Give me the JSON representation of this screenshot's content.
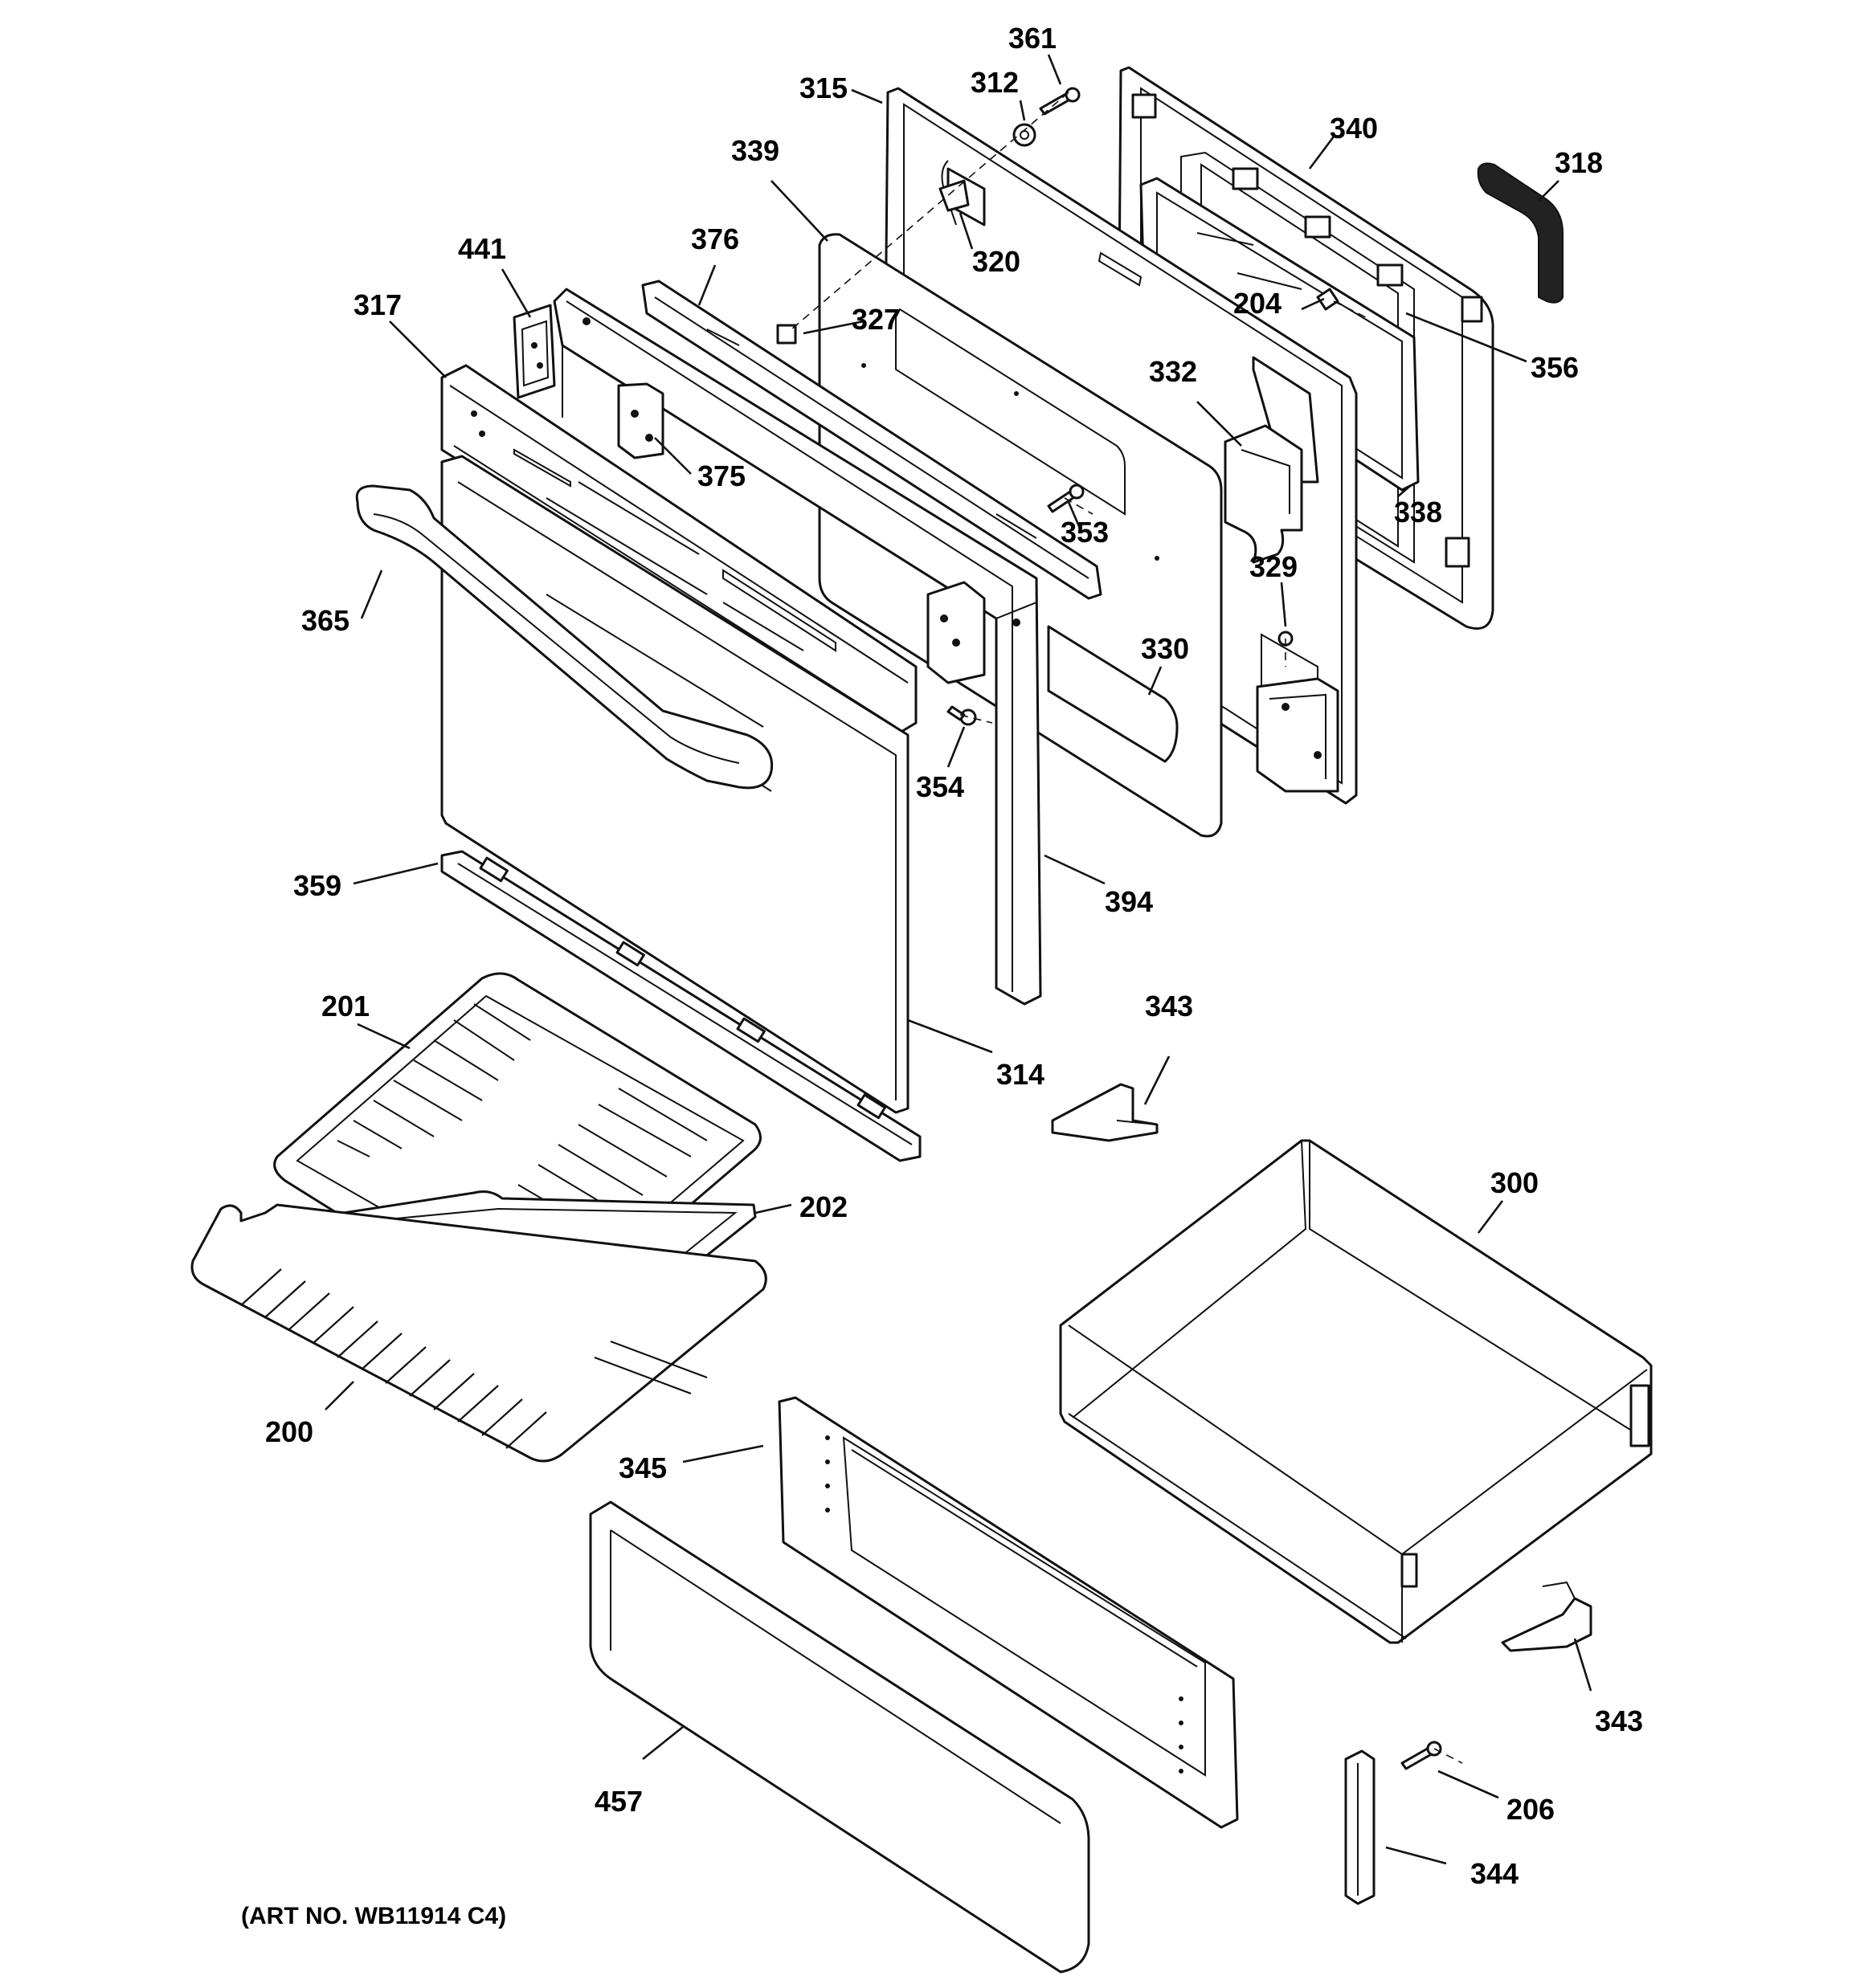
{
  "art_number": "(ART NO. WB11914 C4)",
  "callouts": {
    "c361": "361",
    "c312": "312",
    "c315": "315",
    "c340": "340",
    "c318": "318",
    "c339": "339",
    "c320": "320",
    "c376": "376",
    "c441": "441",
    "c327": "327",
    "c204": "204",
    "c356": "356",
    "c317": "317",
    "c332": "332",
    "c375": "375",
    "c338": "338",
    "c353": "353",
    "c365": "365",
    "c329": "329",
    "c330": "330",
    "c354": "354",
    "c359": "359",
    "c394": "394",
    "c201": "201",
    "c343a": "343",
    "c314": "314",
    "c202": "202",
    "c300": "300",
    "c200": "200",
    "c345": "345",
    "c343b": "343",
    "c206": "206",
    "c457": "457",
    "c344": "344"
  }
}
